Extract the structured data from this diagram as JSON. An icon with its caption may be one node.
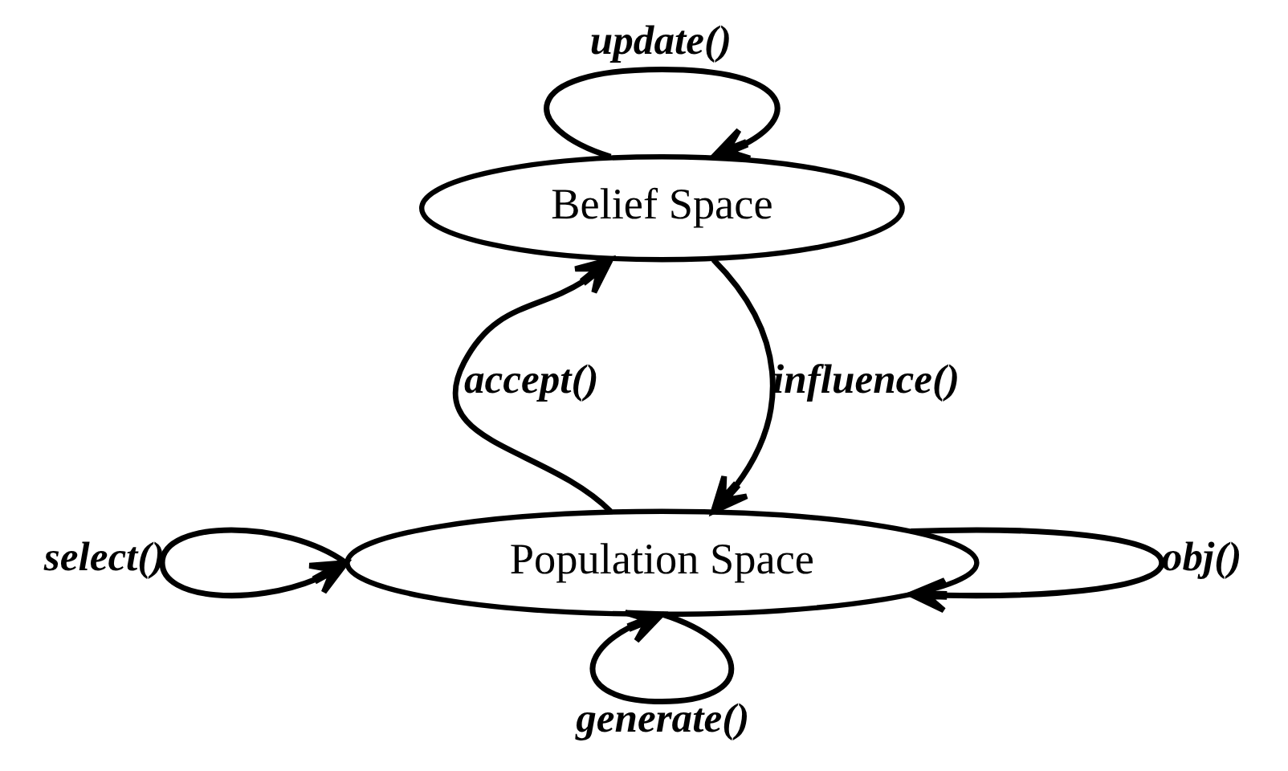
{
  "diagram": {
    "nodes": [
      {
        "text": [
          "Belief Space"
        ]
      },
      {
        "text": [
          "Population Space"
        ]
      }
    ],
    "edges": [
      {
        "from": 0,
        "to": 0,
        "arrow": "to",
        "label": "update()"
      },
      {
        "from": 1,
        "to": 0,
        "arrow": "to",
        "label": "accept()"
      },
      {
        "from": 0,
        "to": 1,
        "arrow": "to",
        "label": "influence()"
      },
      {
        "from": 1,
        "to": 1,
        "arrow": "to",
        "label": "select()"
      },
      {
        "from": 1,
        "to": 1,
        "arrow": "to",
        "label": "obj()"
      },
      {
        "from": 1,
        "to": 1,
        "arrow": "to",
        "label": "generate()"
      }
    ]
  }
}
